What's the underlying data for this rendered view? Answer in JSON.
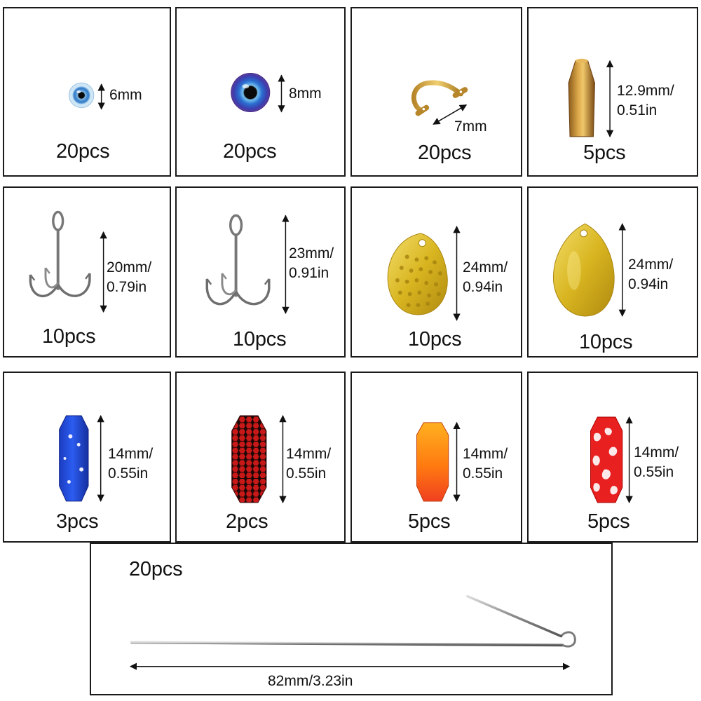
{
  "items": [
    {
      "quantity": "20pcs",
      "size": [
        "6mm"
      ]
    },
    {
      "quantity": "20pcs",
      "size": [
        "8mm"
      ]
    },
    {
      "quantity": "20pcs",
      "size": [
        "7mm"
      ]
    },
    {
      "quantity": "5pcs",
      "size": [
        "12.9mm/",
        "0.51in"
      ]
    },
    {
      "quantity": "10pcs",
      "size": [
        "20mm/",
        "0.79in"
      ]
    },
    {
      "quantity": "10pcs",
      "size": [
        "23mm/",
        "0.91in"
      ]
    },
    {
      "quantity": "10pcs",
      "size": [
        "24mm/",
        "0.94in"
      ]
    },
    {
      "quantity": "10pcs",
      "size": [
        "24mm/",
        "0.94in"
      ]
    },
    {
      "quantity": "3pcs",
      "size": [
        "14mm/",
        "0.55in"
      ]
    },
    {
      "quantity": "2pcs",
      "size": [
        "14mm/",
        "0.55in"
      ]
    },
    {
      "quantity": "5pcs",
      "size": [
        "14mm/",
        "0.55in"
      ]
    },
    {
      "quantity": "5pcs",
      "size": [
        "14mm/",
        "0.55in"
      ]
    },
    {
      "quantity": "20pcs",
      "size": [
        "82mm/3.23in"
      ]
    }
  ]
}
